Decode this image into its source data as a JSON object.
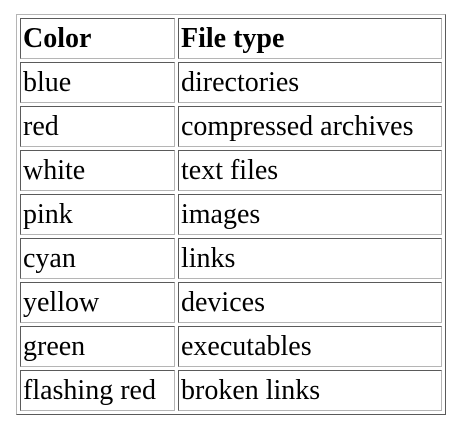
{
  "table": {
    "headers": [
      "Color",
      "File type"
    ],
    "rows": [
      [
        "blue",
        "directories"
      ],
      [
        "red",
        "compressed archives"
      ],
      [
        "white",
        "text files"
      ],
      [
        "pink",
        "images"
      ],
      [
        "cyan",
        "links"
      ],
      [
        "yellow",
        "devices"
      ],
      [
        "green",
        "executables"
      ],
      [
        "flashing red",
        "broken links"
      ]
    ]
  }
}
